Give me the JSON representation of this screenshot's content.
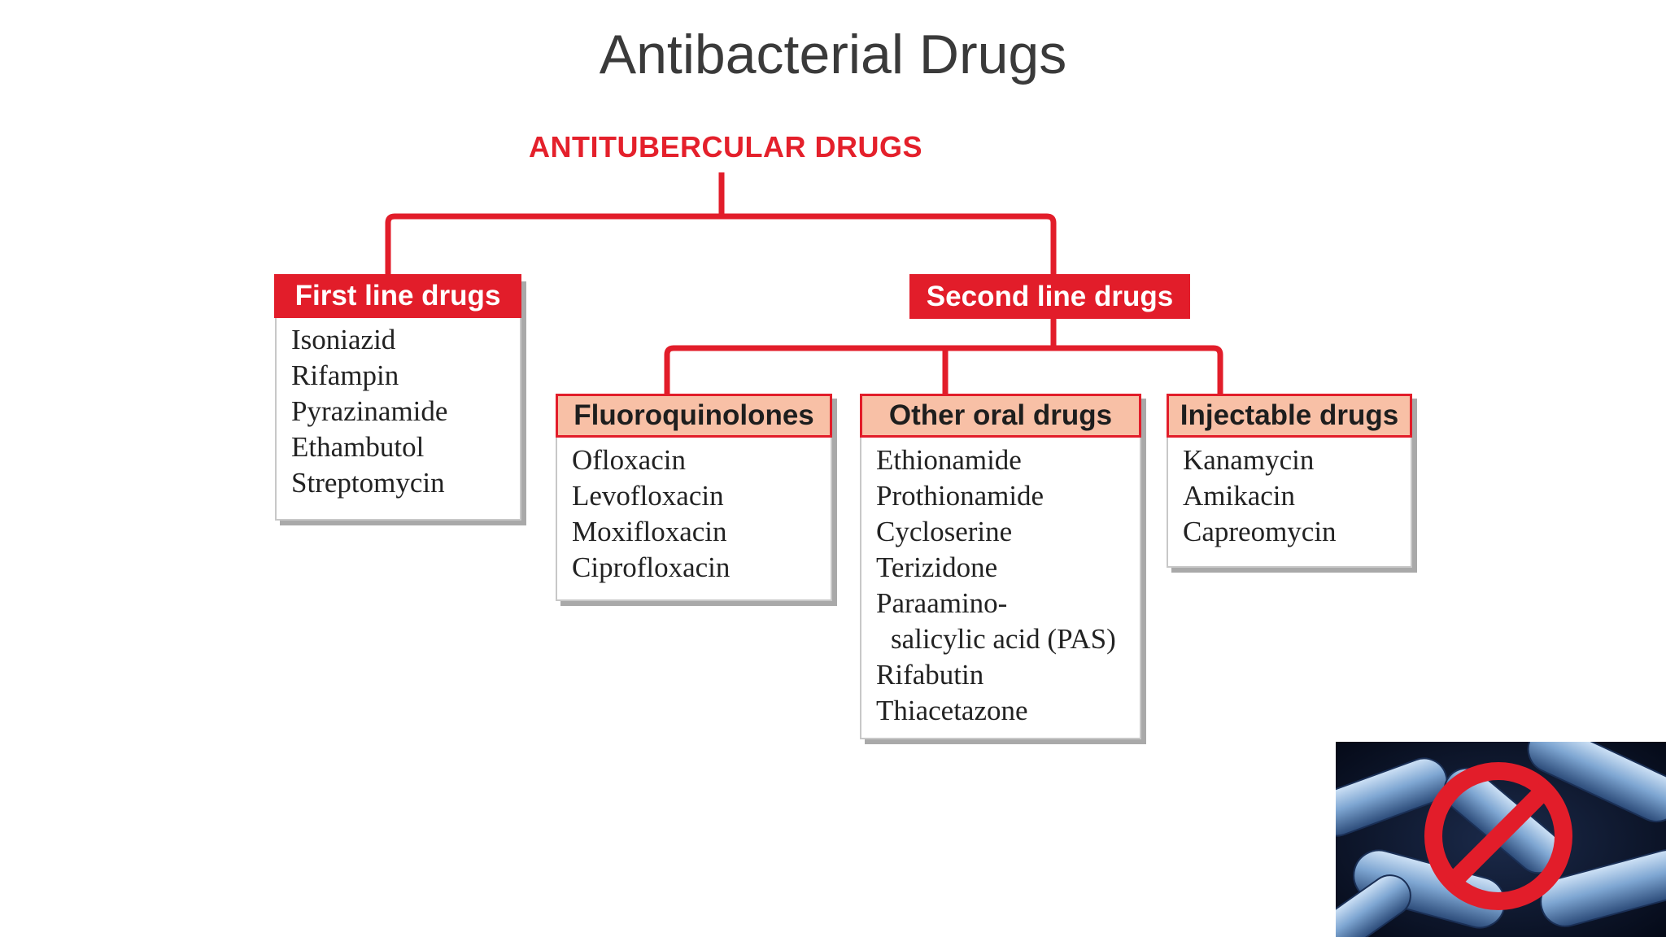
{
  "slide": {
    "title": "Antibacterial Drugs"
  },
  "diagram": {
    "root": "ANTITUBERCULAR DRUGS",
    "first_line": {
      "title": "First line drugs",
      "items": [
        "Isoniazid",
        "Rifampin",
        "Pyrazinamide",
        "Ethambutol",
        "Streptomycin"
      ]
    },
    "second_line": {
      "title": "Second line drugs",
      "groups": [
        {
          "title": "Fluoroquinolones",
          "items": [
            "Ofloxacin",
            "Levofloxacin",
            "Moxifloxacin",
            "Ciprofloxacin"
          ]
        },
        {
          "title": "Other oral drugs",
          "items": [
            "Ethionamide",
            "Prothionamide",
            "Cycloserine",
            "Terizidone",
            "Paraamino-",
            "salicylic acid (PAS)",
            "Rifabutin",
            "Thiacetazone"
          ]
        },
        {
          "title": "Injectable drugs",
          "items": [
            "Kanamycin",
            "Amikacin",
            "Capreomycin"
          ]
        }
      ]
    }
  },
  "colors": {
    "accent_red": "#e21d2a",
    "header_pink": "#f8c0a6",
    "title_gray": "#3a3a3a"
  },
  "icons": {
    "corner_image": "no-bacteria-icon"
  }
}
